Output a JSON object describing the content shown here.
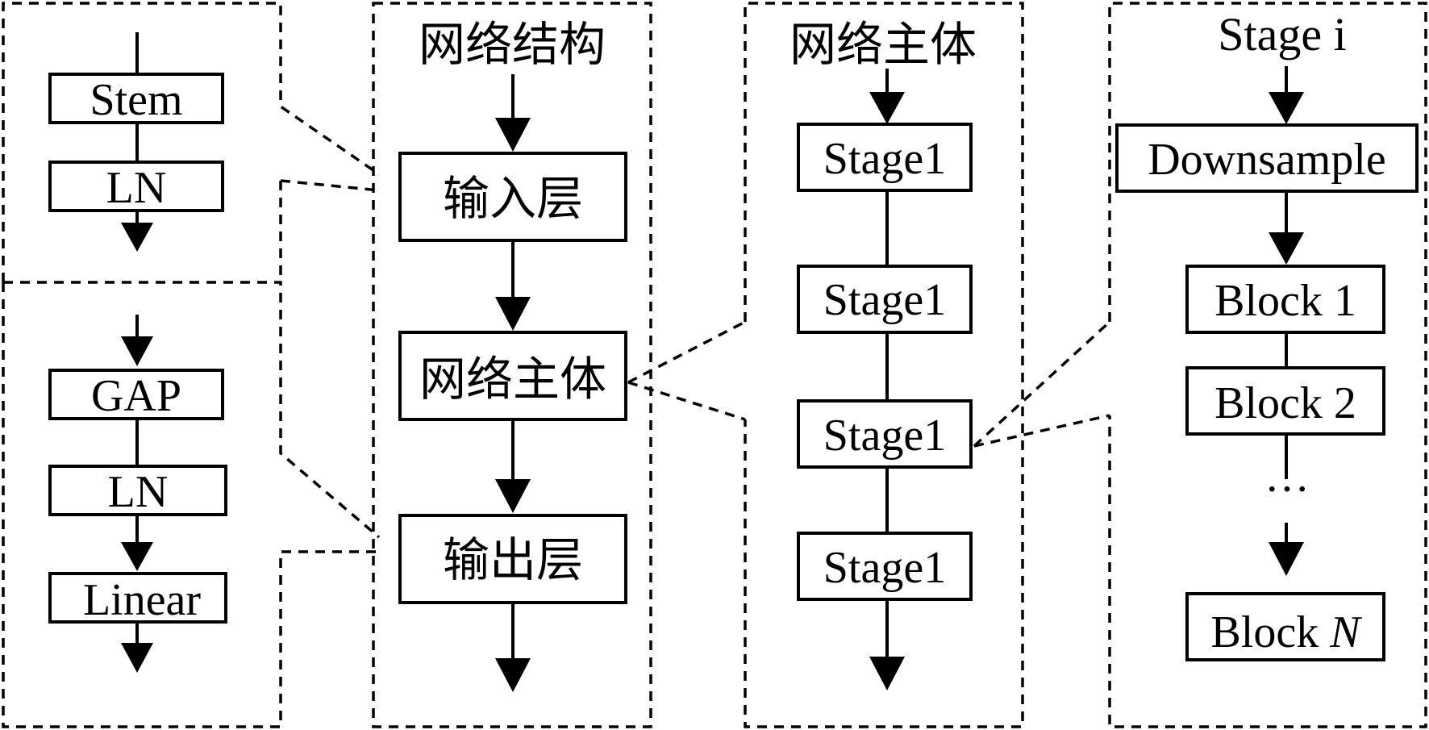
{
  "panels": {
    "structure": {
      "title": "网络结构",
      "input_layer": "输入层",
      "backbone": "网络主体",
      "output_layer": "输出层"
    },
    "backbone": {
      "title": "网络主体",
      "stages": [
        "Stage1",
        "Stage1",
        "Stage1",
        "Stage1"
      ]
    },
    "stage": {
      "title": "Stage i",
      "downsample": "Downsample",
      "block1": "Block 1",
      "block2": "Block 2",
      "ellipsis": "···",
      "blockN_prefix": "Block ",
      "blockN_var": "N"
    },
    "input_detail": {
      "stem": "Stem",
      "ln": "LN"
    },
    "output_detail": {
      "gap": "GAP",
      "ln": "LN",
      "linear": "Linear"
    }
  }
}
